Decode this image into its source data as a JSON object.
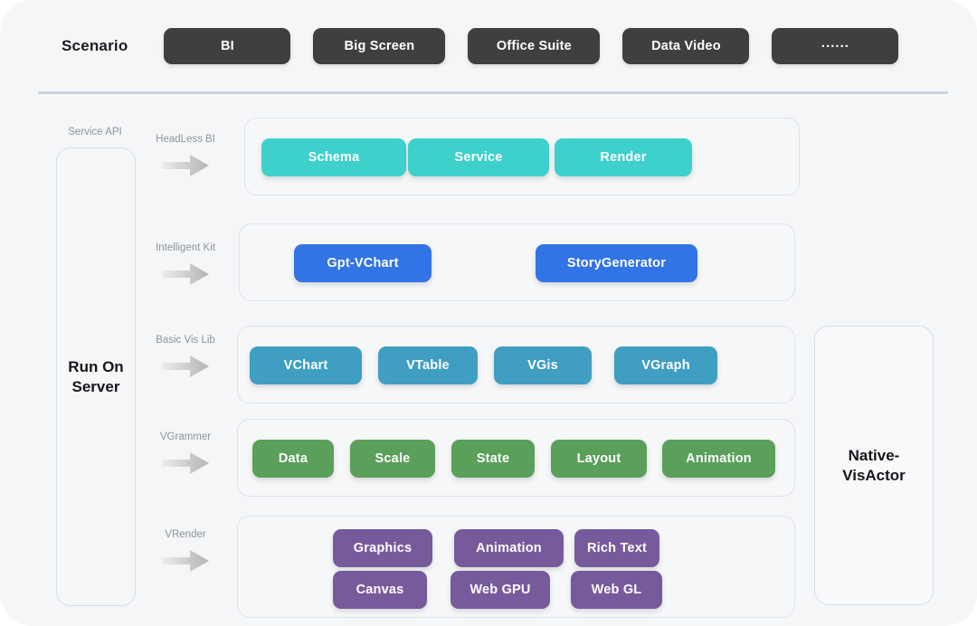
{
  "scenario": {
    "label": "Scenario",
    "chips": [
      {
        "label": "BI"
      },
      {
        "label": "Big Screen"
      },
      {
        "label": "Office Suite"
      },
      {
        "label": "Data Video"
      },
      {
        "label": "......"
      }
    ]
  },
  "left_panel": {
    "caption": "Service API",
    "title_line1": "Run On",
    "title_line2": "Server"
  },
  "right_panel": {
    "title_line1": "Native-",
    "title_line2": "VisActor"
  },
  "stages": [
    {
      "label": "HeadLess BI"
    },
    {
      "label": "Intelligent Kit"
    },
    {
      "label": "Basic Vis Lib"
    },
    {
      "label": "VGrammer"
    },
    {
      "label": "VRender"
    }
  ],
  "layers": [
    {
      "name": "headless-bi",
      "color": "#3ed0cb",
      "items": [
        {
          "label": "Schema"
        },
        {
          "label": "Service"
        },
        {
          "label": "Render"
        }
      ]
    },
    {
      "name": "intelligent-kit",
      "color": "#3273e6",
      "items": [
        {
          "label": "Gpt-VChart"
        },
        {
          "label": "StoryGenerator"
        }
      ]
    },
    {
      "name": "basic-vis-lib",
      "color": "#3f9ec2",
      "items": [
        {
          "label": "VChart"
        },
        {
          "label": "VTable"
        },
        {
          "label": "VGis"
        },
        {
          "label": "VGraph"
        }
      ]
    },
    {
      "name": "vgrammer",
      "color": "#5a9f5a",
      "items": [
        {
          "label": "Data"
        },
        {
          "label": "Scale"
        },
        {
          "label": "State"
        },
        {
          "label": "Layout"
        },
        {
          "label": "Animation"
        }
      ]
    },
    {
      "name": "vrender",
      "color": "#775a9c",
      "items": [
        {
          "label": "Graphics"
        },
        {
          "label": "Animation"
        },
        {
          "label": "Rich Text"
        },
        {
          "label": "Canvas"
        },
        {
          "label": "Web GPU"
        },
        {
          "label": "Web GL"
        }
      ]
    }
  ],
  "colors": {
    "background": "#f5f6f7",
    "chip": "#403e3e",
    "divider": "#cbd2de",
    "border": "#dde2ea",
    "muted_text": "#8d939d",
    "dark_text": "#17171b"
  }
}
